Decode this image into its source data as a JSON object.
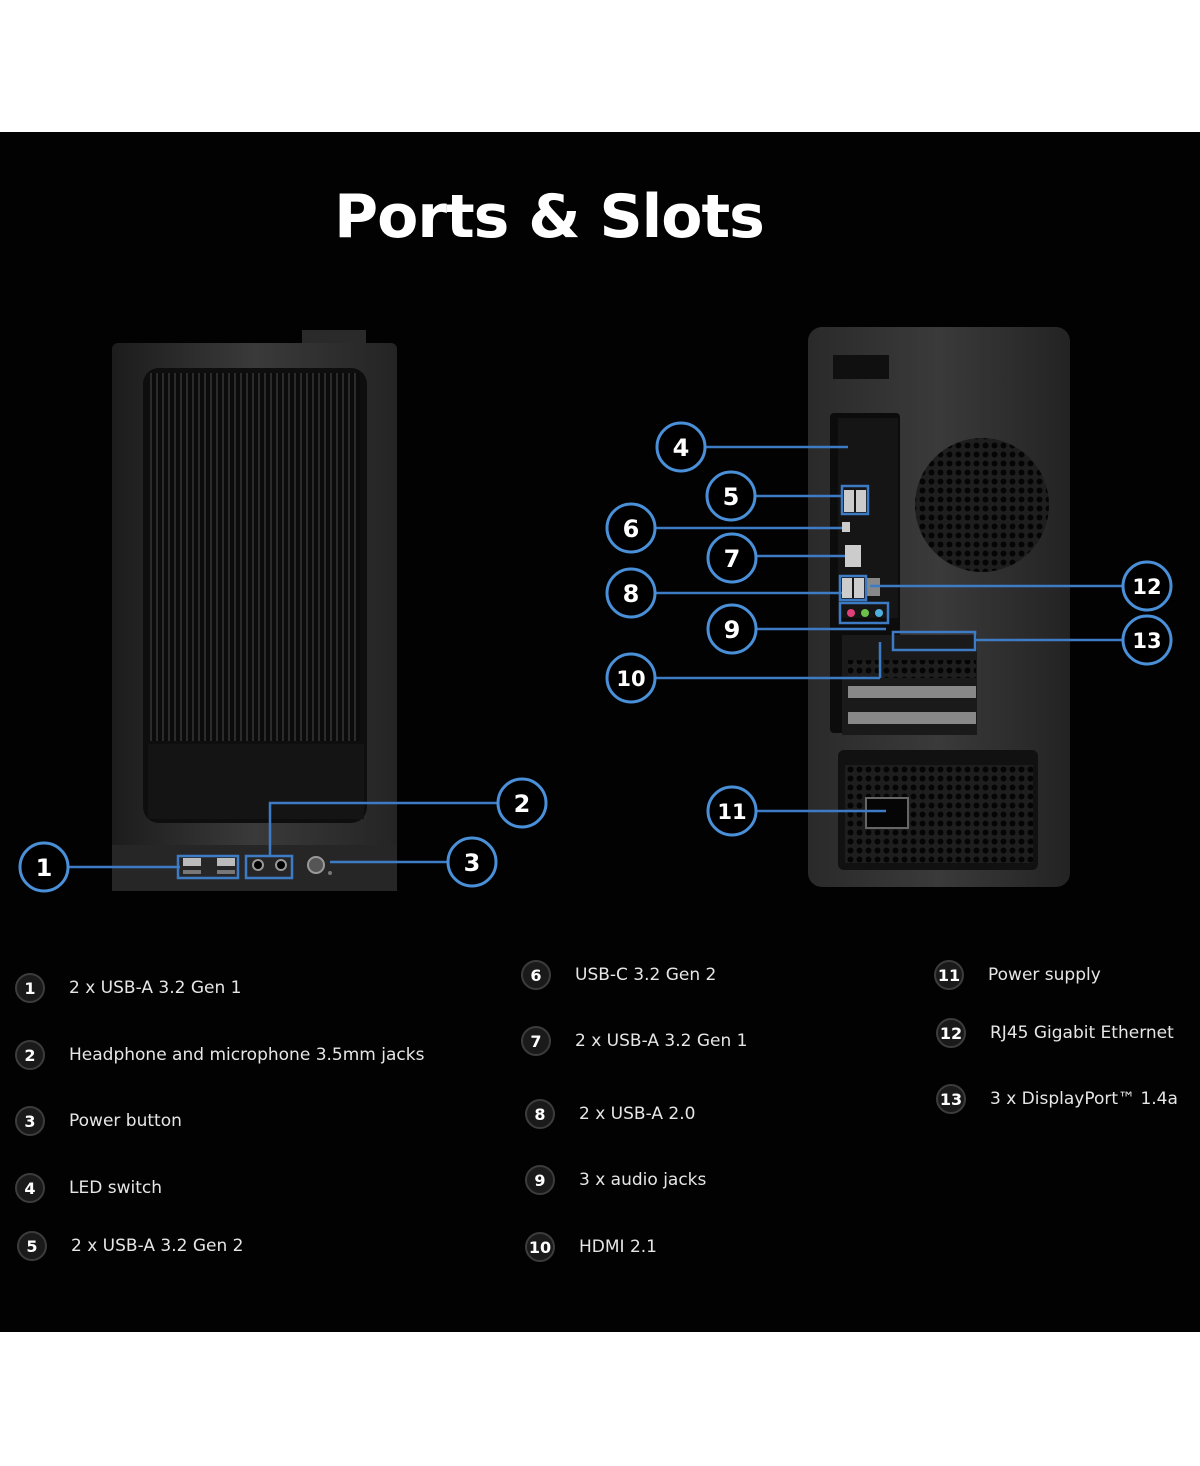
{
  "title": "Ports & Slots",
  "colors": {
    "background": "#020202",
    "callout_ring": "#4a90d9",
    "callout_line": "#3d7cc4",
    "chassis": "#2a2a2a"
  },
  "callouts": [
    "1",
    "2",
    "3",
    "4",
    "5",
    "6",
    "7",
    "8",
    "9",
    "10",
    "11",
    "12",
    "13"
  ],
  "legend": [
    {
      "num": "1",
      "label": "2 x USB-A 3.2 Gen 1"
    },
    {
      "num": "2",
      "label": "Headphone and microphone 3.5mm jacks"
    },
    {
      "num": "3",
      "label": "Power button"
    },
    {
      "num": "4",
      "label": "LED switch"
    },
    {
      "num": "5",
      "label": "2 x USB-A 3.2 Gen 2"
    },
    {
      "num": "6",
      "label": "USB-C 3.2 Gen 2"
    },
    {
      "num": "7",
      "label": "2 x USB-A 3.2 Gen 1"
    },
    {
      "num": "8",
      "label": "2 x USB-A 2.0"
    },
    {
      "num": "9",
      "label": "3 x audio jacks"
    },
    {
      "num": "10",
      "label": "HDMI 2.1"
    },
    {
      "num": "11",
      "label": "Power supply"
    },
    {
      "num": "12",
      "label": "RJ45 Gigabit Ethernet"
    },
    {
      "num": "13",
      "label": "3 x DisplayPort™ 1.4a"
    }
  ]
}
